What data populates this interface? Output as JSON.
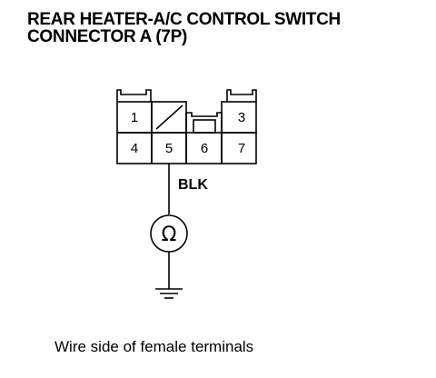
{
  "title": {
    "line1": "REAR HEATER-A/C CONTROL SWITCH",
    "line2": "CONNECTOR A (7P)"
  },
  "connector": {
    "pins": {
      "p1": "1",
      "p3": "3",
      "p4": "4",
      "p5": "5",
      "p6": "6",
      "p7": "7"
    }
  },
  "wire": {
    "color_label": "BLK"
  },
  "meter": {
    "symbol": "Ω"
  },
  "caption": "Wire side of female terminals"
}
